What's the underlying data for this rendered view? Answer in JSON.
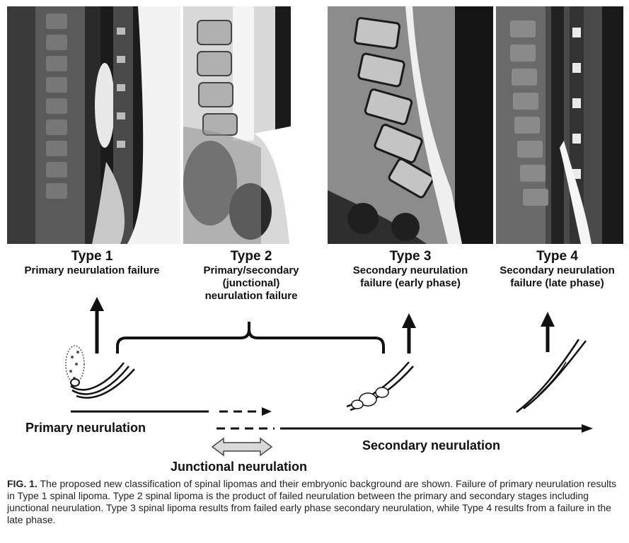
{
  "panels": [
    {
      "title": "Type 1",
      "description": "Primary neurulation failure"
    },
    {
      "title": "Type 2",
      "description": "Primary/secondary\n(junctional)\nneurulation failure"
    },
    {
      "title": "Type 3",
      "description": "Secondary neurulation\nfailure (early phase)"
    },
    {
      "title": "Type 4",
      "description": "Secondary neurulation\nfailure (late phase)"
    }
  ],
  "diagram": {
    "primary_label": "Primary neurulation",
    "secondary_label": "Secondary neurulation",
    "junctional_label": "Junctional neurulation"
  },
  "caption": {
    "label": "FIG. 1.",
    "text": "The proposed new classification of spinal lipomas and their embryonic background are shown. Failure of primary neurulation results in Type 1 spinal lipoma. Type 2 spinal lipoma is the product of failed neurulation between the primary and secondary stages including junctional neurulation. Type 3 spinal lipoma results from failed early phase secondary neurulation, while Type 4 results from a failure in the late phase."
  }
}
